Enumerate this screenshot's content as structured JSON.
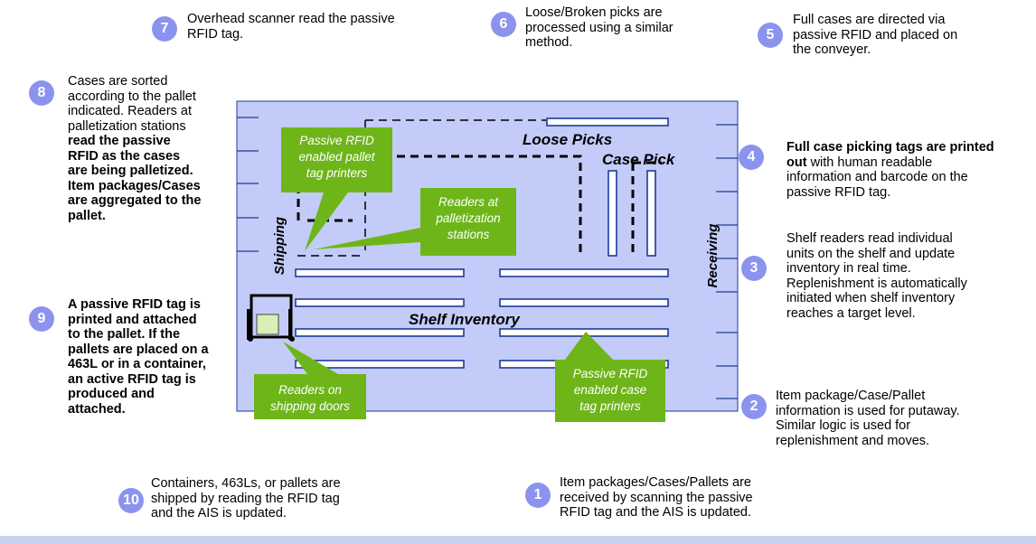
{
  "colors": {
    "badge": "#8b93ef",
    "floor": "#c3cbf8",
    "rack_stroke": "#1f3a99",
    "callout": "#6eb51a"
  },
  "steps": {
    "s1": {
      "num": "1",
      "lines": [
        "Item packages/Cases/Pallets are",
        "received by scanning the passive",
        "RFID tag and the AIS is updated."
      ]
    },
    "s2": {
      "num": "2",
      "lines": [
        "Item package/Case/Pallet",
        "information is used for putaway.",
        "Similar logic is used for",
        "replenishment and moves."
      ]
    },
    "s3": {
      "num": "3",
      "lines": [
        "Shelf readers read individual",
        "units on the shelf and update",
        "inventory in real time.",
        "Replenishment is automatically",
        "initiated when shelf inventory",
        "reaches a target level."
      ]
    },
    "s4": {
      "num": "4",
      "bold1": "Full case picking tags are printed",
      "bold2": "out",
      "rest2": " with human readable",
      "lines": [
        "information and barcode on the",
        "passive RFID tag."
      ]
    },
    "s5": {
      "num": "5",
      "lines": [
        "Full cases are directed via",
        "passive RFID and placed on",
        "the conveyer."
      ]
    },
    "s6": {
      "num": "6",
      "lines": [
        "Loose/Broken picks are",
        "processed using a similar",
        "method."
      ]
    },
    "s7": {
      "num": "7",
      "lines": [
        "Overhead scanner read the passive",
        "RFID tag."
      ]
    },
    "s8": {
      "num": "8",
      "lines": [
        "Cases are sorted",
        "according to the pallet",
        "indicated.  Readers at",
        "palletization stations"
      ],
      "bold_lines": [
        "read the passive",
        "RFID as the cases",
        "are being palletized.",
        "Item packages/Cases",
        "are aggregated to the",
        "pallet."
      ]
    },
    "s9": {
      "num": "9",
      "bold_lines": [
        "A passive RFID tag  is",
        "printed and attached",
        "to the pallet.  If the",
        "pallets are placed on a",
        "463L or in a container,",
        "an active RFID tag is",
        "produced and",
        "attached."
      ]
    },
    "s10": {
      "num": "10",
      "lines": [
        "Containers, 463Ls, or pallets are",
        "shipped by reading the RFID tag",
        "and the AIS is updated."
      ]
    }
  },
  "zones": {
    "loose_picks": "Loose Picks",
    "case_pick": "Case Pick",
    "shelf_inventory": "Shelf Inventory",
    "shipping": "Shipping",
    "receiving": "Receiving"
  },
  "callouts": {
    "pallet_printers": [
      "Passive RFID",
      "enabled pallet",
      "tag printers"
    ],
    "palletization_readers": [
      "Readers at",
      "palletization",
      "stations"
    ],
    "shipping_doors": [
      "Readers on",
      "shipping doors"
    ],
    "case_printers": [
      "Passive RFID",
      "enabled case",
      "tag printers"
    ]
  }
}
